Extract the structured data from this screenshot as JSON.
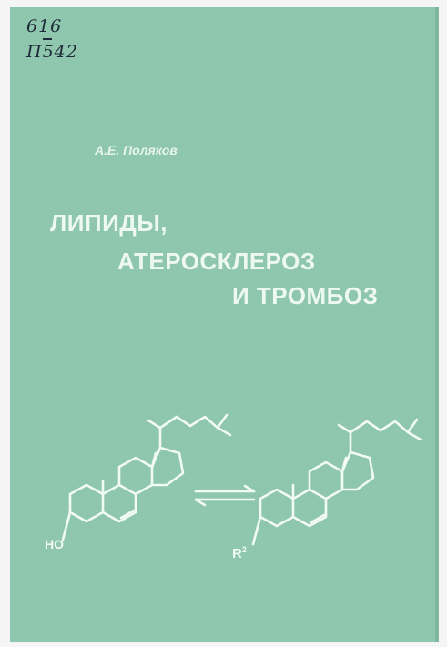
{
  "shelfmark": {
    "line1": "616",
    "line2": "П542"
  },
  "author": "А.Е. Поляков",
  "title": {
    "line1": "ЛИПИДЫ,",
    "line2": "АТЕРОСКЛЕРОЗ",
    "line3": "И ТРОМБОЗ"
  },
  "structure_labels": {
    "left_group": "HO",
    "right_group": "R",
    "right_superscript": "2"
  },
  "colors": {
    "cover": "#8ec7ad",
    "title_text": "#eef8f3",
    "line_art": "#f2faf6"
  }
}
